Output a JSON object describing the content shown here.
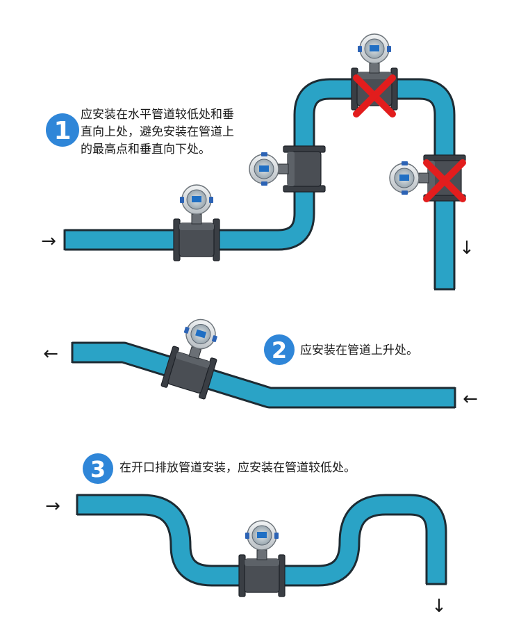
{
  "colors": {
    "pipe_fill": "#2aa3c6",
    "pipe_outline": "#1d2b33",
    "meter_body": "#4a4e54",
    "badge": "#2f86d8",
    "cross": "#e21d1d"
  },
  "sections": [
    {
      "number": "1",
      "lines": [
        "应安装在水平管道较低处和垂",
        "直向上处，避免安装在管道上",
        "的最高点和垂直向下处。"
      ]
    },
    {
      "number": "2",
      "lines": [
        "应安装在管道上升处。"
      ]
    },
    {
      "number": "3",
      "lines": [
        "在开口排放管道安装，应安装在管道较低处。"
      ]
    }
  ],
  "flow_arrows": [
    "→",
    "↓",
    "←",
    "←",
    "→",
    "↓"
  ],
  "icons": [
    "flowmeter-icon",
    "cross-mark-icon",
    "flow-arrow-icon"
  ]
}
